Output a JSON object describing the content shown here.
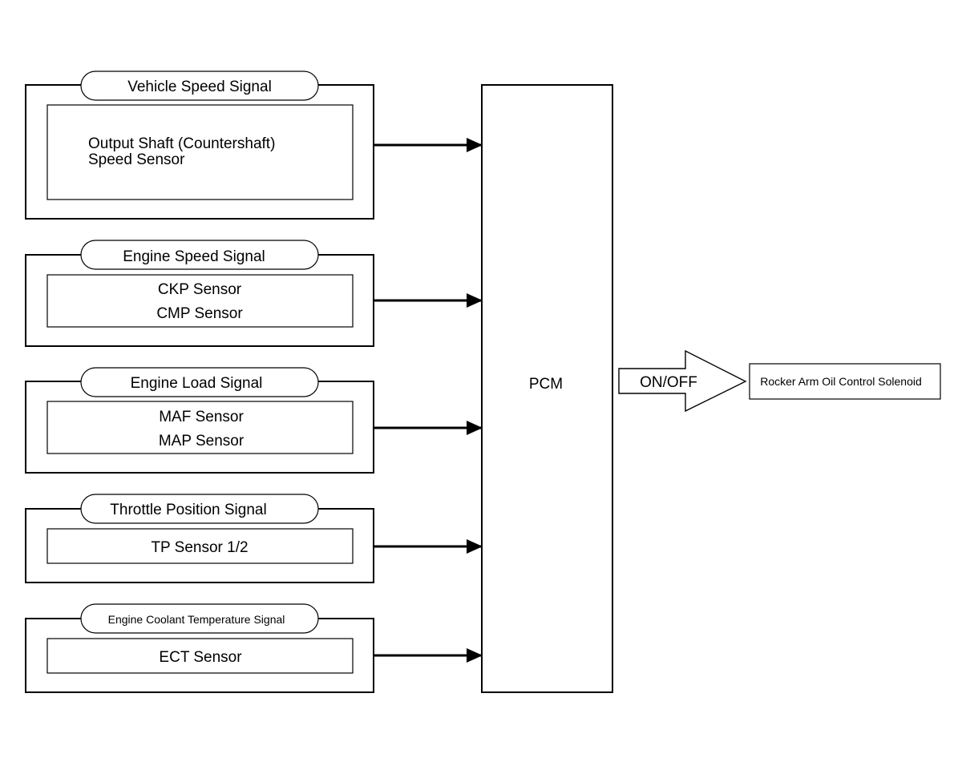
{
  "diagram": {
    "groups": [
      {
        "signal": "Vehicle Speed Signal",
        "sensors": [
          "Output Shaft (Countershaft)",
          "Speed Sensor"
        ]
      },
      {
        "signal": "Engine Speed Signal",
        "sensors": [
          "CKP Sensor",
          "CMP Sensor"
        ]
      },
      {
        "signal": "Engine Load Signal",
        "sensors": [
          "MAF Sensor",
          "MAP Sensor"
        ]
      },
      {
        "signal": "Throttle Position Signal",
        "sensors": [
          "TP Sensor 1/2"
        ]
      },
      {
        "signal": "Engine Coolant Temperature Signal",
        "sensors": [
          "ECT Sensor"
        ]
      }
    ],
    "controller": "PCM",
    "output_signal": "ON/OFF",
    "actuator": "Rocker Arm Oil Control Solenoid"
  }
}
